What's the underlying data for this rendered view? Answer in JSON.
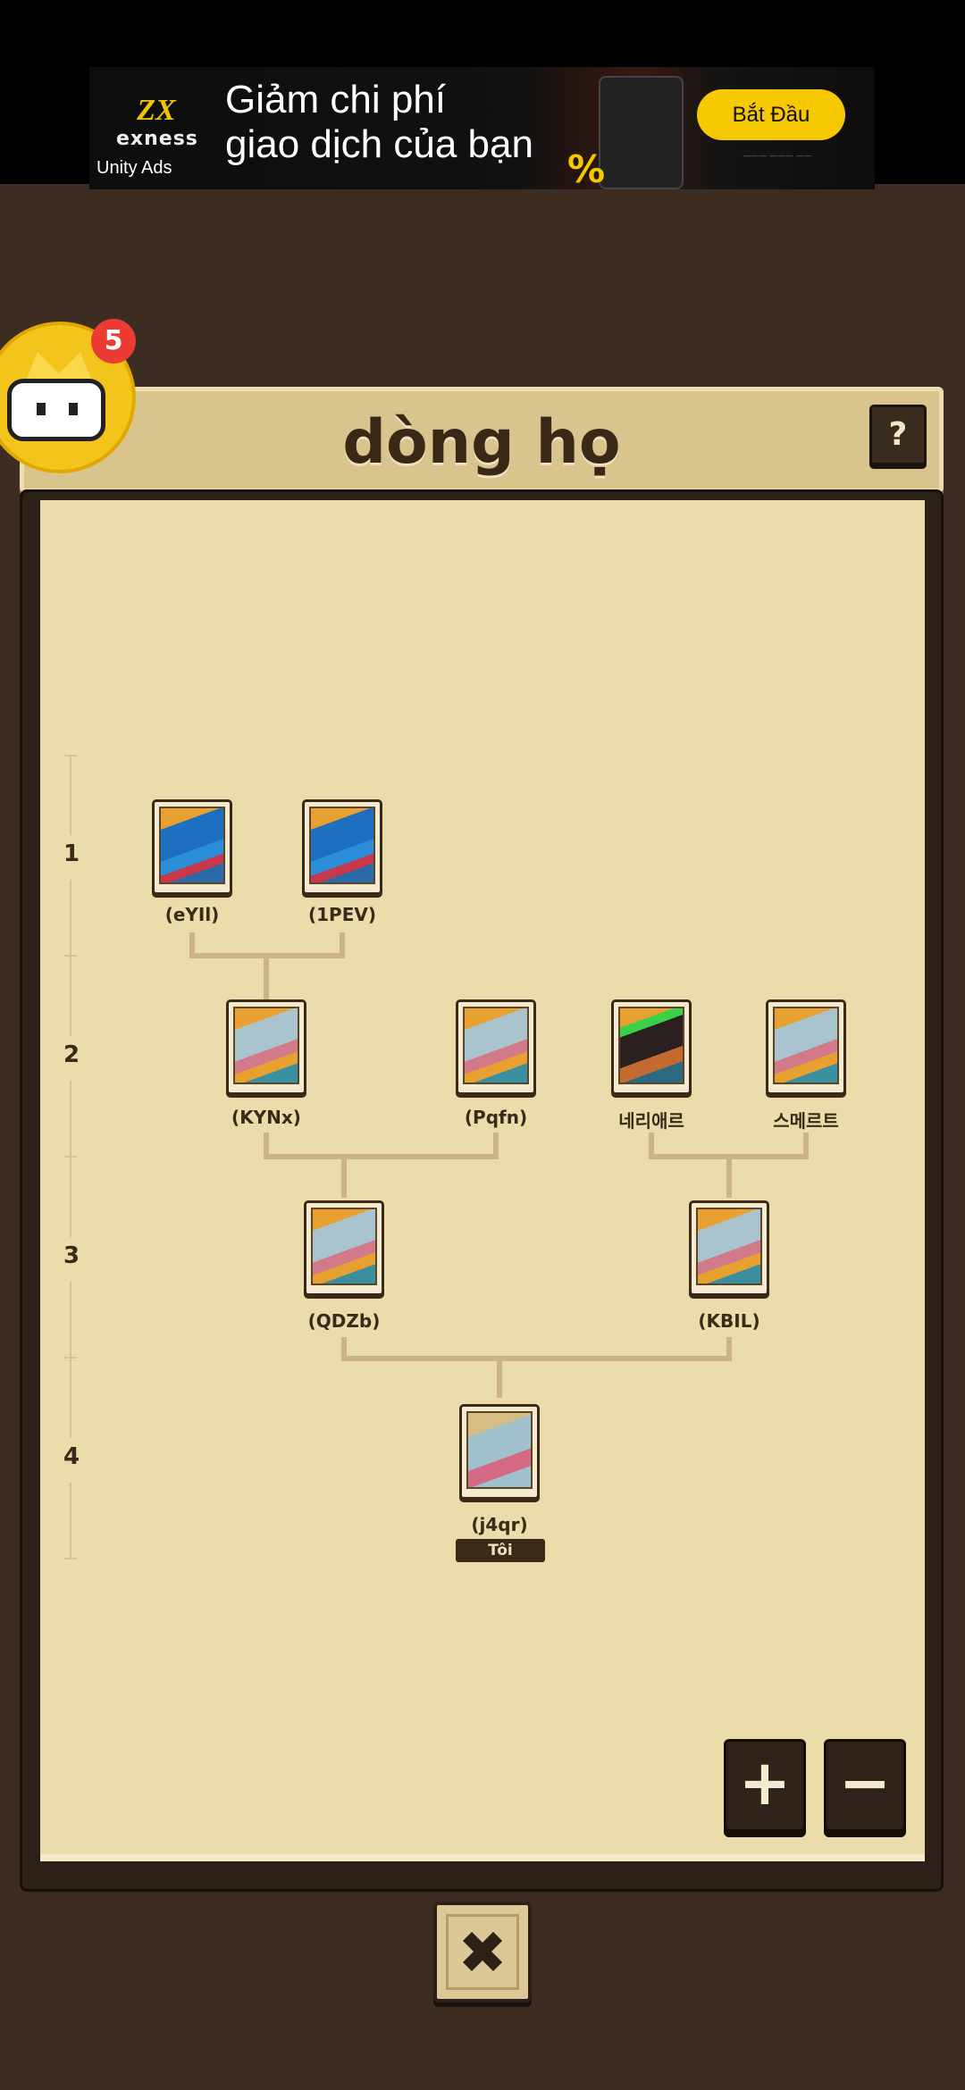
{
  "ad": {
    "brand": "exness",
    "network": "Unity Ads",
    "headline_line1": "Giảm chi phí",
    "headline_line2": "giao dịch của bạn",
    "cta": "Bắt Đầu",
    "percent": "%"
  },
  "profile": {
    "notification_count": "5"
  },
  "header": {
    "title": "dòng họ",
    "help_label": "?"
  },
  "generations": [
    "1",
    "2",
    "3",
    "4"
  ],
  "tree": {
    "gen1": [
      {
        "name": "(eYIl)",
        "palette": "blue"
      },
      {
        "name": "(1PEV)",
        "palette": "blue"
      }
    ],
    "gen2": [
      {
        "name": "(KYNx)",
        "palette": "silver"
      },
      {
        "name": "(Pqfn)",
        "palette": "silver"
      },
      {
        "name": "네리애르",
        "palette": "dark"
      },
      {
        "name": "스메르트",
        "palette": "silver"
      }
    ],
    "gen3": [
      {
        "name": "(QDZb)",
        "palette": "silver"
      },
      {
        "name": "(KBIL)",
        "palette": "silver"
      }
    ],
    "gen4": [
      {
        "name": "(j4qr)",
        "palette": "baby",
        "badge": "Tôi"
      }
    ]
  },
  "controls": {
    "zoom_in": "+",
    "zoom_out": "−",
    "close": "✖"
  },
  "colors": {
    "parchment": "#ebdcab",
    "connector": "#cdb38a",
    "frame": "#2c2018",
    "badge": "#ec3b32"
  }
}
